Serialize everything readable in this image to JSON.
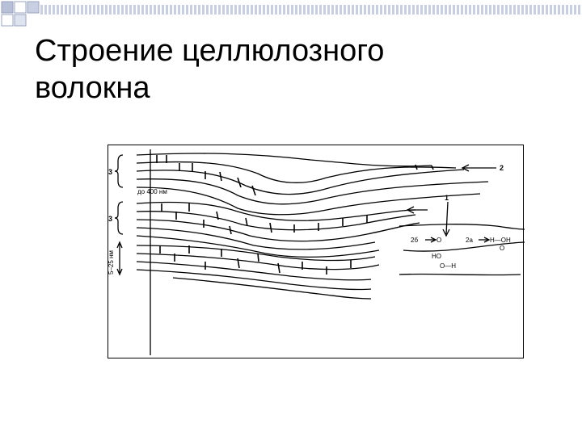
{
  "slide": {
    "title_line1": "Строение целлюлозного",
    "title_line2": "волокна"
  },
  "diagram": {
    "layer_label_top": "3",
    "layer_label_mid": "3",
    "width_label": "до 400 нм",
    "thickness_label": "5–25 нм",
    "arrow_label_1": "1",
    "arrow_label_2": "2",
    "label_2b": "2б",
    "label_2a": "2а",
    "chem_o1": "O",
    "chem_h_oh": "H—OH",
    "chem_o2": "O",
    "chem_ho": "HO",
    "chem_o_h": "O—H"
  },
  "colors": {
    "background": "#ffffff",
    "ink": "#000000",
    "deco_square": "#9aa3c0"
  }
}
